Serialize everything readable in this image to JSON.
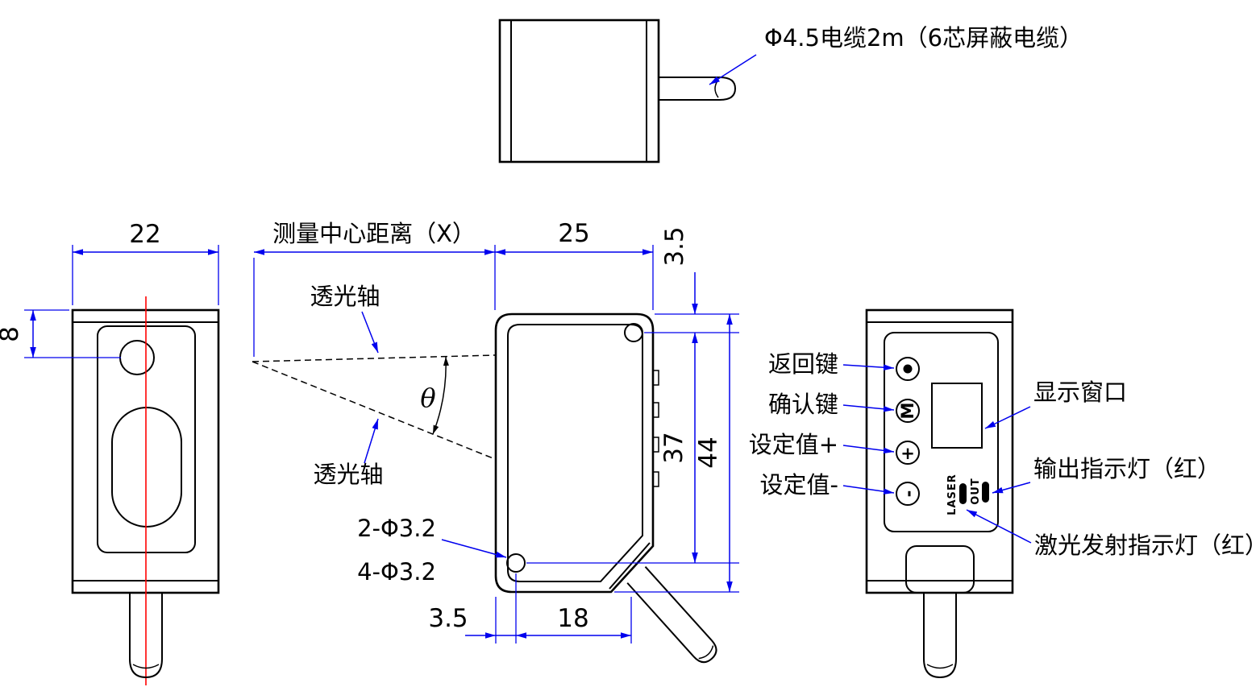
{
  "colors": {
    "line": "#000000",
    "dimension": "#0000ee",
    "centerline": "#ff0000",
    "background": "#ffffff"
  },
  "top_view": {
    "cable_note": "Φ4.5电缆2m（6芯屏蔽电缆）"
  },
  "front_view": {
    "width_dim": "22",
    "lens_offset_dim": "8"
  },
  "side_view": {
    "measure_center_dim": "测量中心距离（X）",
    "depth_dim": "25",
    "hole_top_offset_dim": "3.5",
    "hole_pitch_dim": "37",
    "height_dim": "44",
    "optical_axis_top": "透光轴",
    "optical_axis_bottom": "透光轴",
    "angle_symbol": "θ",
    "hole_note_1": "2-Φ3.2",
    "hole_note_2": "4-Φ3.2",
    "hole_left_offset_dim": "3.5",
    "hole_bottom_span_dim": "18"
  },
  "back_view": {
    "return_key_label": "返回键",
    "confirm_key_label": "确认键",
    "set_plus_label": "设定值+",
    "set_minus_label": "设定值-",
    "display_window_label": "显示窗口",
    "output_led_label": "输出指示灯（红）",
    "laser_led_label": "激光发射指示灯（红）",
    "m_button_text": "M",
    "plus_button_text": "+",
    "minus_button_text": "-",
    "laser_text": "LASER",
    "out_text": "OUT"
  }
}
